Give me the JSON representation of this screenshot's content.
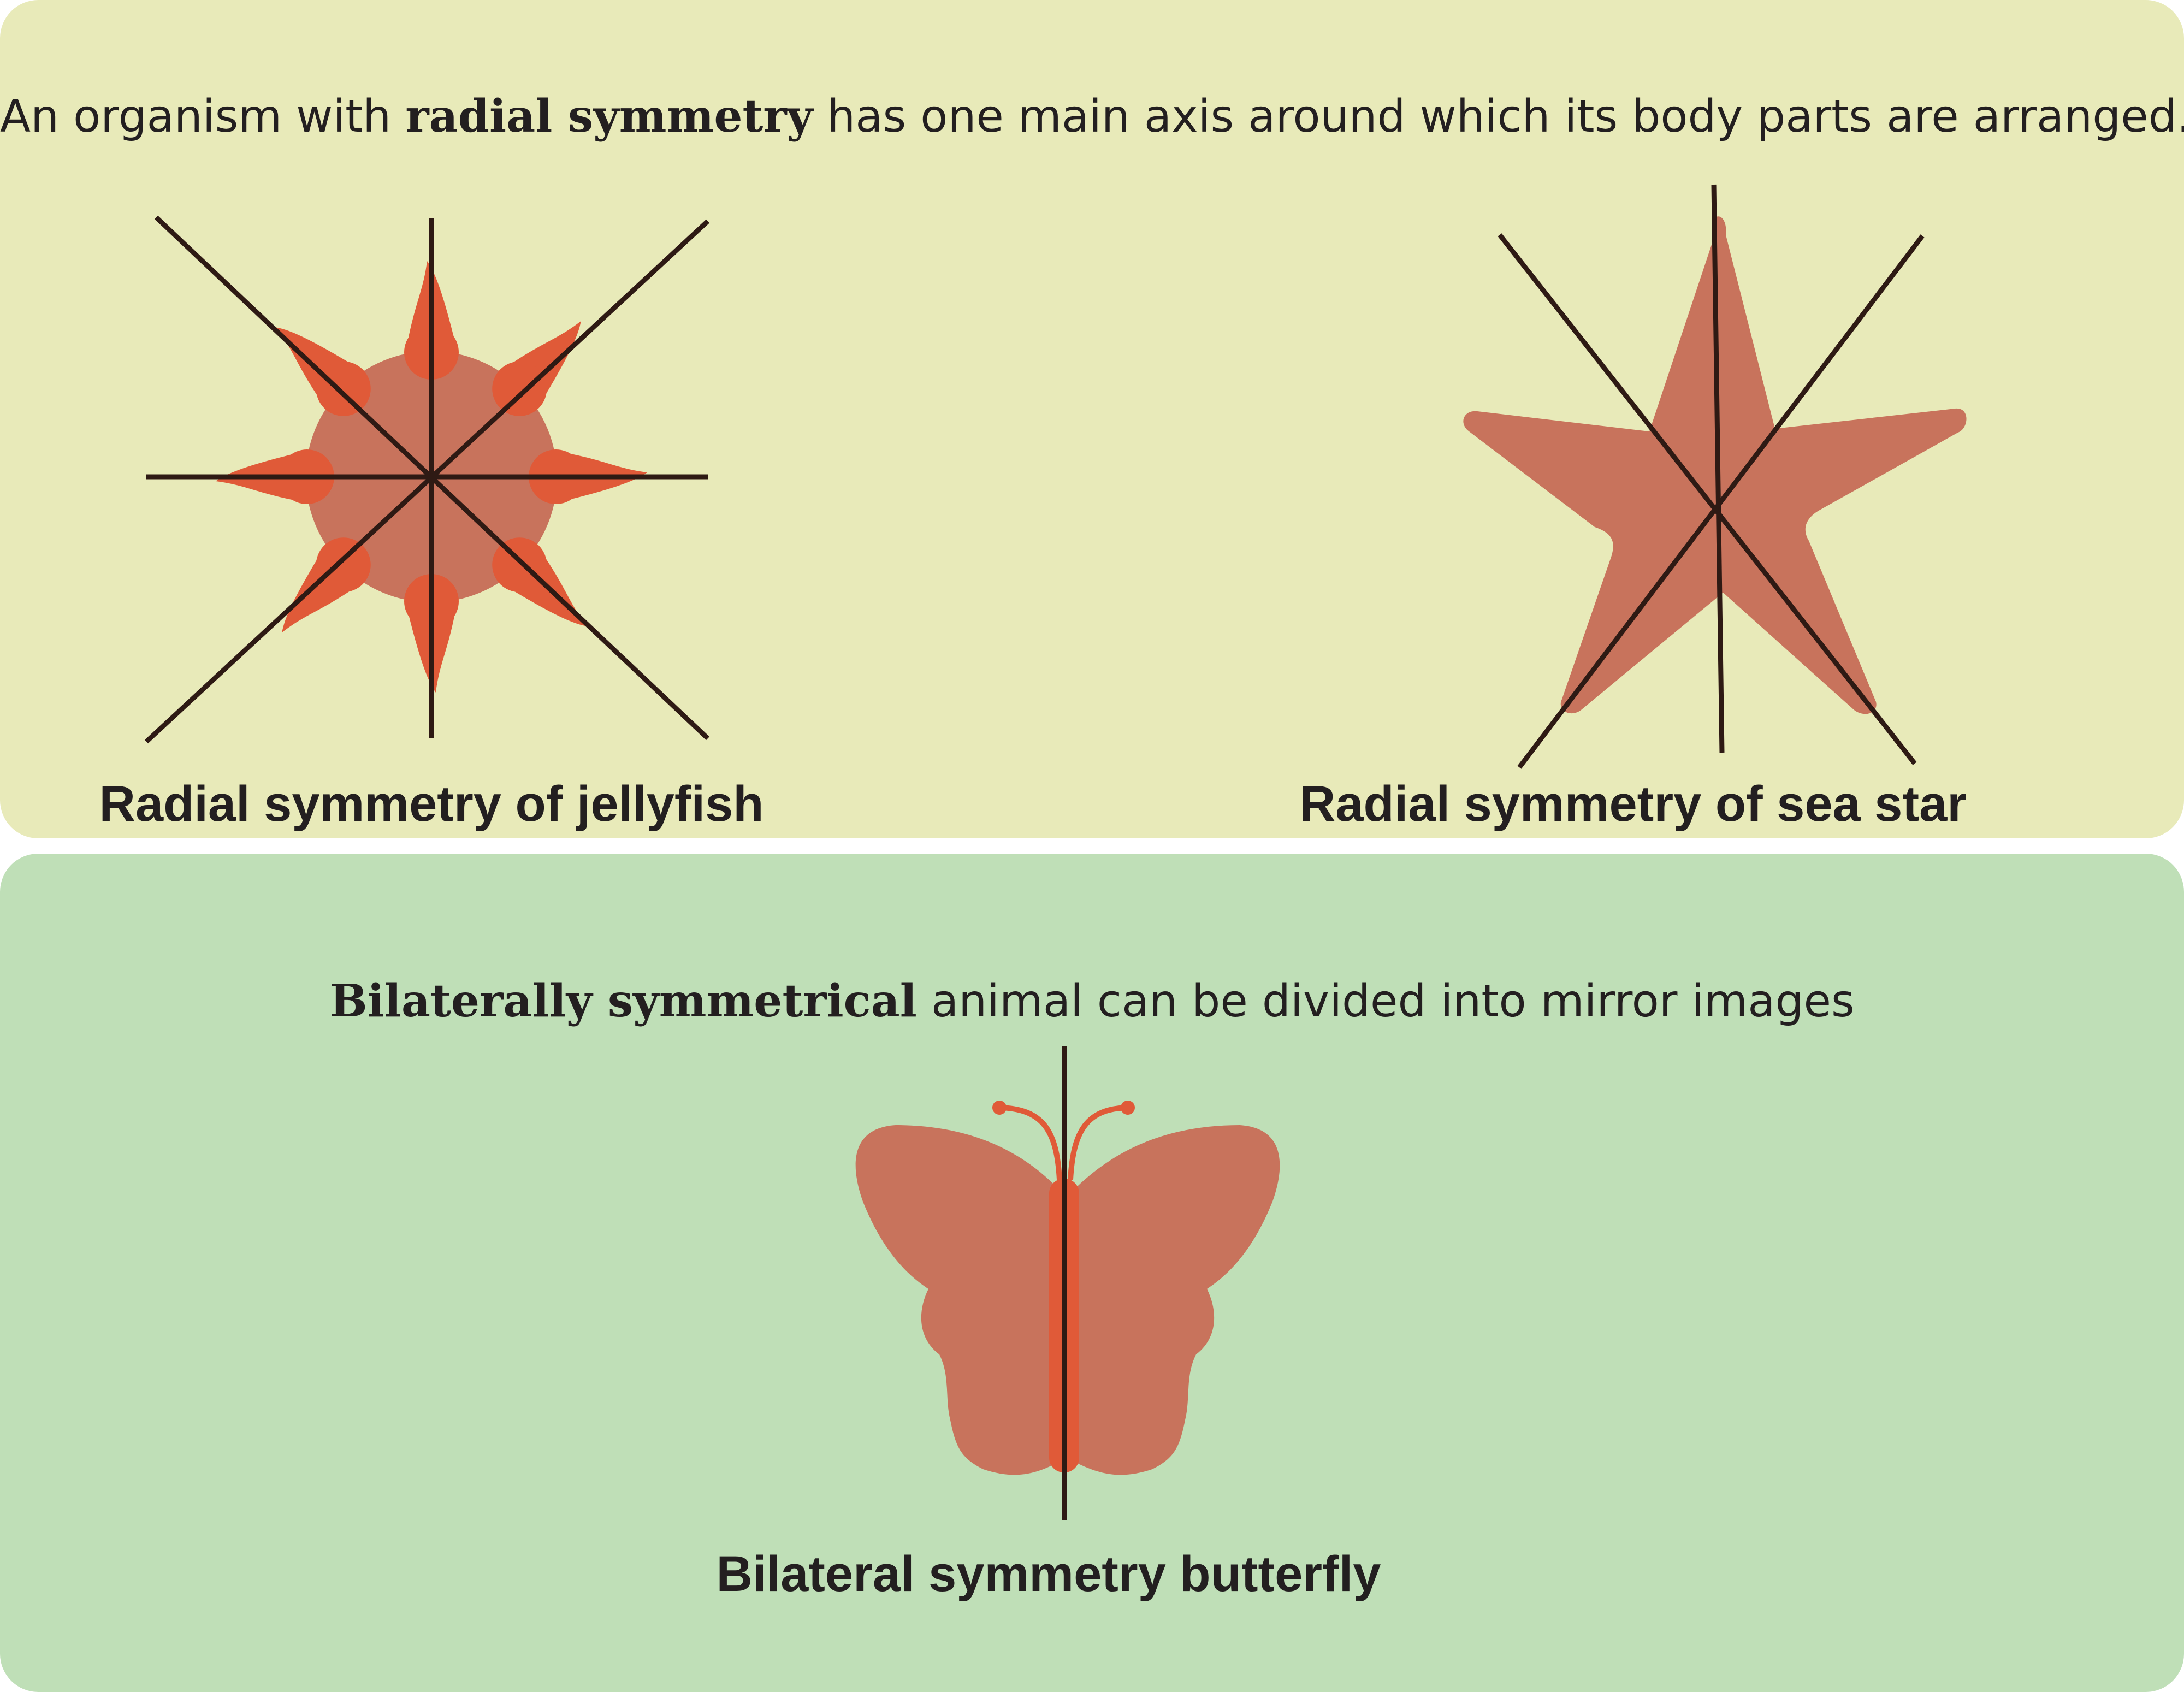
{
  "colors": {
    "top_panel": "#e8eab9",
    "bottom_panel": "#bfdfb7",
    "body": "#c8735c",
    "accent": "#e05a38",
    "axis_line": "#2e1a14",
    "text": "#231f20"
  },
  "radial_section": {
    "intro_before": "An organism with ",
    "intro_term": "radial symmetry",
    "intro_after": " has one main axis around which its body parts are arranged.",
    "jellyfish_caption": "Radial symmetry of jellyfish",
    "sea_star_caption": "Radial symmetry of sea star"
  },
  "bilateral_section": {
    "intro_term": "Bilaterally symmetrical",
    "intro_after": " animal can be divided into mirror images",
    "butterfly_caption": "Bilateral symmetry butterfly"
  }
}
